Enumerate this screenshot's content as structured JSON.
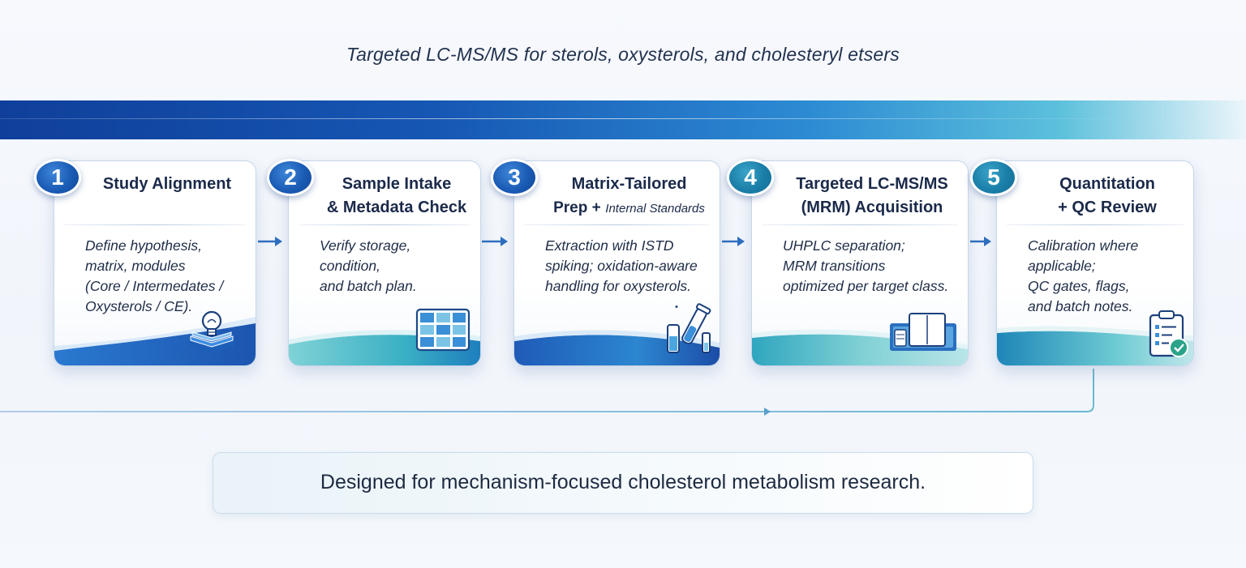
{
  "header": {
    "subtitle": "Targeted LC-MS/MS for sterols, oxysterols, and cholesteryl etsers"
  },
  "steps": [
    {
      "number": "1",
      "title_line1": "Study Alignment",
      "title_line2": "",
      "body": [
        "Define hypothesis,",
        "matrix, modules",
        "(Core / Intermedates /",
        "Oxysterols / CE)."
      ],
      "icon": "lightbulb-book-icon"
    },
    {
      "number": "2",
      "title_line1": "Sample Intake",
      "title_line2": "& Metadata Check",
      "body": [
        "Verify storage,",
        "condition,",
        "and batch plan."
      ],
      "icon": "grid-table-icon"
    },
    {
      "number": "3",
      "title_line1": "Matrix-Tailored",
      "title_line2a": "Prep +",
      "title_line2b": "Internal Standards",
      "body": [
        "Extraction with ISTD",
        "spiking; oxidation-aware",
        "handling for oxysterols."
      ],
      "icon": "test-tube-pipette-icon"
    },
    {
      "number": "4",
      "title_line1": "Targeted LC-MS/MS",
      "title_line2": "(MRM) Acquisition",
      "body": [
        "UHPLC separation;",
        "MRM transitions",
        "optimized per target class."
      ],
      "icon": "instrument-icon"
    },
    {
      "number": "5",
      "title_line1": "Quantitation",
      "title_line2": "+ QC Review",
      "body": [
        "Calibration where",
        "applicable;",
        "QC gates, flags,",
        "and batch notes."
      ],
      "icon": "clipboard-check-icon"
    }
  ],
  "footer": {
    "text": "Designed for mechanism-focused cholesterol metabolism research."
  },
  "colors": {
    "primary_blue": "#1a5bb5",
    "teal": "#1a7ea8",
    "band_dark": "#0f3f9a",
    "band_light": "#5cc0dc"
  }
}
